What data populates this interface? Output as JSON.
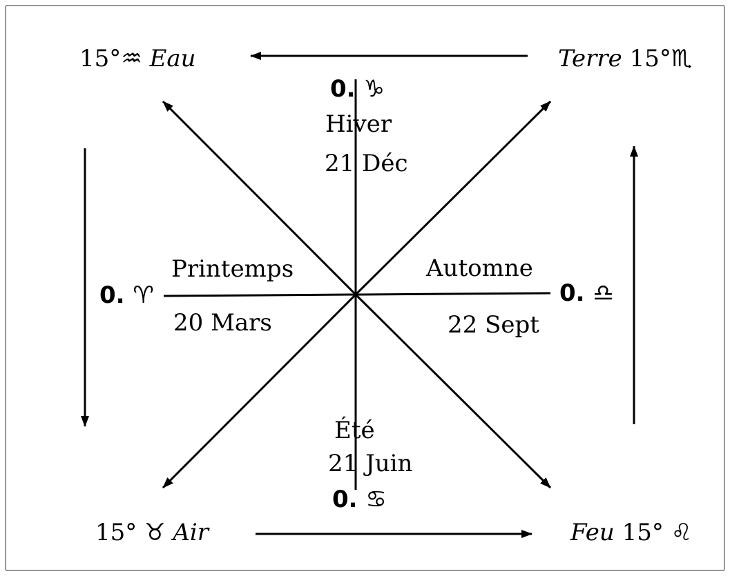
{
  "seasons": {
    "winter": {
      "sign": "0. ♑",
      "name": "Hiver",
      "date": "21 Déc"
    },
    "spring": {
      "sign": "0. ♈",
      "name": "Printemps",
      "date": "20 Mars"
    },
    "autumn": {
      "sign": "0. ♎",
      "name": "Automne",
      "date": "22 Sept"
    },
    "summer": {
      "sign": "0. ♋",
      "name": "Été",
      "date": "21 Juin"
    }
  },
  "corners": {
    "top_left": {
      "degree": "15°",
      "glyph": "♒",
      "element": "Eau"
    },
    "top_right": {
      "element": "Terre",
      "degree": "15°",
      "glyph": "♏"
    },
    "bottom_left": {
      "degree": "15°",
      "glyph": "♉",
      "element": "Air"
    },
    "bottom_right": {
      "element": "Feu",
      "degree": "15°",
      "glyph": "♌"
    }
  },
  "colors": {
    "ink": "#000000",
    "background": "#ffffff",
    "frame": "#222222"
  }
}
